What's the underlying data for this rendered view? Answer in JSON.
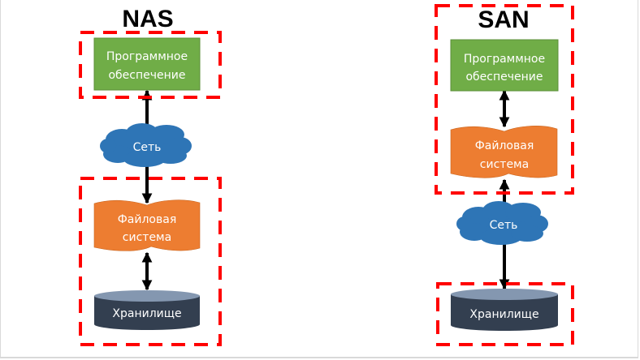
{
  "diagram": {
    "nas": {
      "title": "NAS",
      "software_line1": "Программное",
      "software_line2": "обеспечение",
      "network": "Сеть",
      "filesystem_line1": "Файловая",
      "filesystem_line2": "система",
      "storage": "Хранилище"
    },
    "san": {
      "title": "SAN",
      "software_line1": "Программное",
      "software_line2": "обеспечение",
      "network": "Сеть",
      "filesystem_line1": "Файловая",
      "filesystem_line2": "система",
      "storage": "Хранилище"
    },
    "colors": {
      "software": "#70ad47",
      "network": "#2e75b6",
      "filesystem": "#ed7d31",
      "storage_body": "#333f50",
      "storage_top": "#8497b0",
      "boundary": "#ff0000",
      "arrow": "#000000"
    }
  }
}
